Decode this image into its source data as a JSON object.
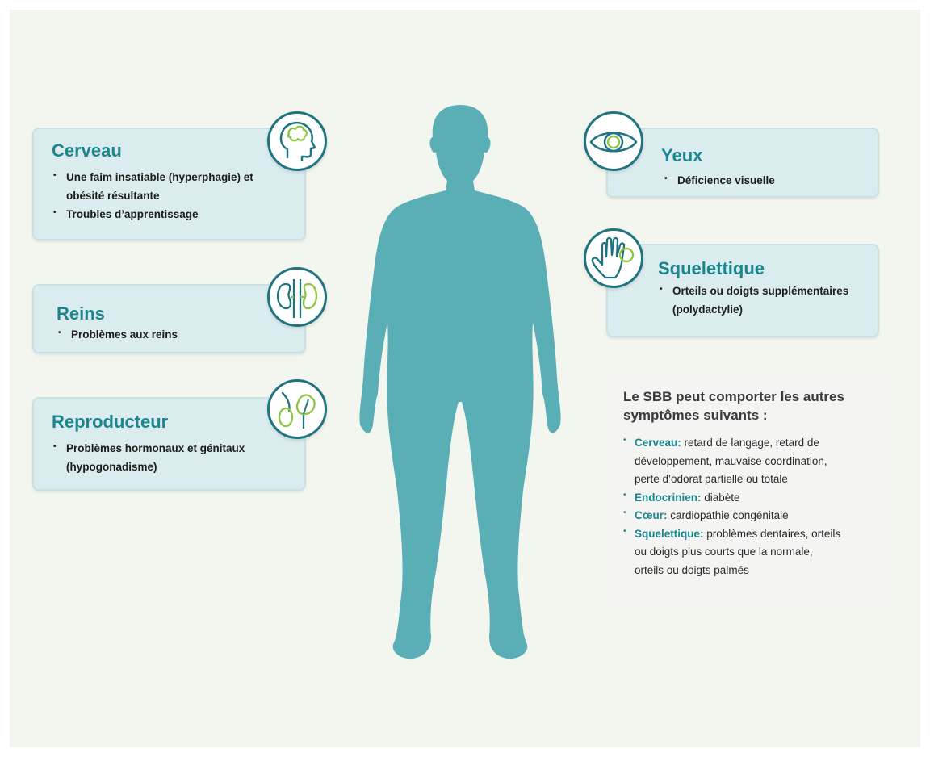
{
  "panels": {
    "cerveau": {
      "title": "Cerveau",
      "items": [
        "Une faim insatiable (hyperphagie) et obésité résultante",
        "Troubles d’apprentissage"
      ],
      "icon": "brain-head-icon"
    },
    "reins": {
      "title": "Reins",
      "items": [
        "Problèmes aux reins"
      ],
      "icon": "kidneys-icon"
    },
    "reproducteur": {
      "title": "Reproducteur",
      "items": [
        "Problèmes hormonaux et génitaux (hypogonadisme)"
      ],
      "icon": "reproductive-organs-icon"
    },
    "yeux": {
      "title": "Yeux",
      "items": [
        "Déficience visuelle"
      ],
      "icon": "eye-icon"
    },
    "squelettique": {
      "title": "Squelettique",
      "items": [
        "Orteils ou doigts supplémentaires (polydactylie)"
      ],
      "icon": "hand-icon"
    }
  },
  "other_symptoms": {
    "heading": "Le SBB peut comporter les autres symptômes suivants :",
    "items": [
      {
        "term": "Cerveau:",
        "text": " retard de langage, retard de développement, mauvaise coordination, perte d’odorat partielle ou totale"
      },
      {
        "term": "Endocrinien:",
        "text": " diabète"
      },
      {
        "term": "Cœur:",
        "text": " cardiopathie congénitale"
      },
      {
        "term": "Squelettique:",
        "text": " problèmes dentaires, orteils ou doigts plus courts que la normale, orteils ou doigts palmés"
      }
    ]
  },
  "colors": {
    "accent": "#1b8590",
    "silhouette": "#5aaeb6",
    "card_bg": "#dbecef",
    "icon_green": "#8cc63f",
    "background": "#f3f6ee"
  }
}
